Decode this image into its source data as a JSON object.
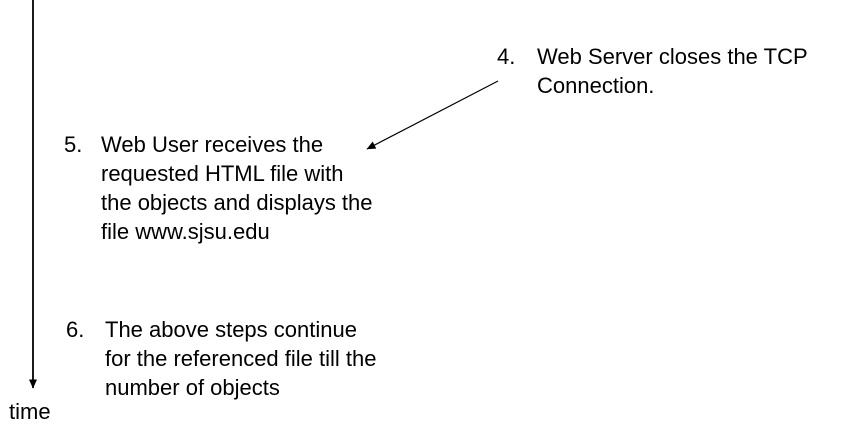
{
  "page": {
    "background_color": "#ffffff",
    "text_color": "#000000",
    "line_color": "#000000"
  },
  "time_axis": {
    "label": "time",
    "icon": "down-arrowhead"
  },
  "callout_arrow": {
    "icon": "diagonal-arrowhead-lower-left",
    "connects": "step-4 text to step-5 text"
  },
  "steps": [
    {
      "number": "4.",
      "lines": [
        "Web Server closes the TCP",
        "Connection."
      ]
    },
    {
      "number": "5.",
      "lines": [
        "Web User receives the",
        "requested HTML file with",
        "the objects and displays the",
        "file www.sjsu.edu"
      ]
    },
    {
      "number": "6.",
      "lines": [
        "The above steps continue",
        "for the referenced file till the",
        "number of objects"
      ]
    }
  ]
}
